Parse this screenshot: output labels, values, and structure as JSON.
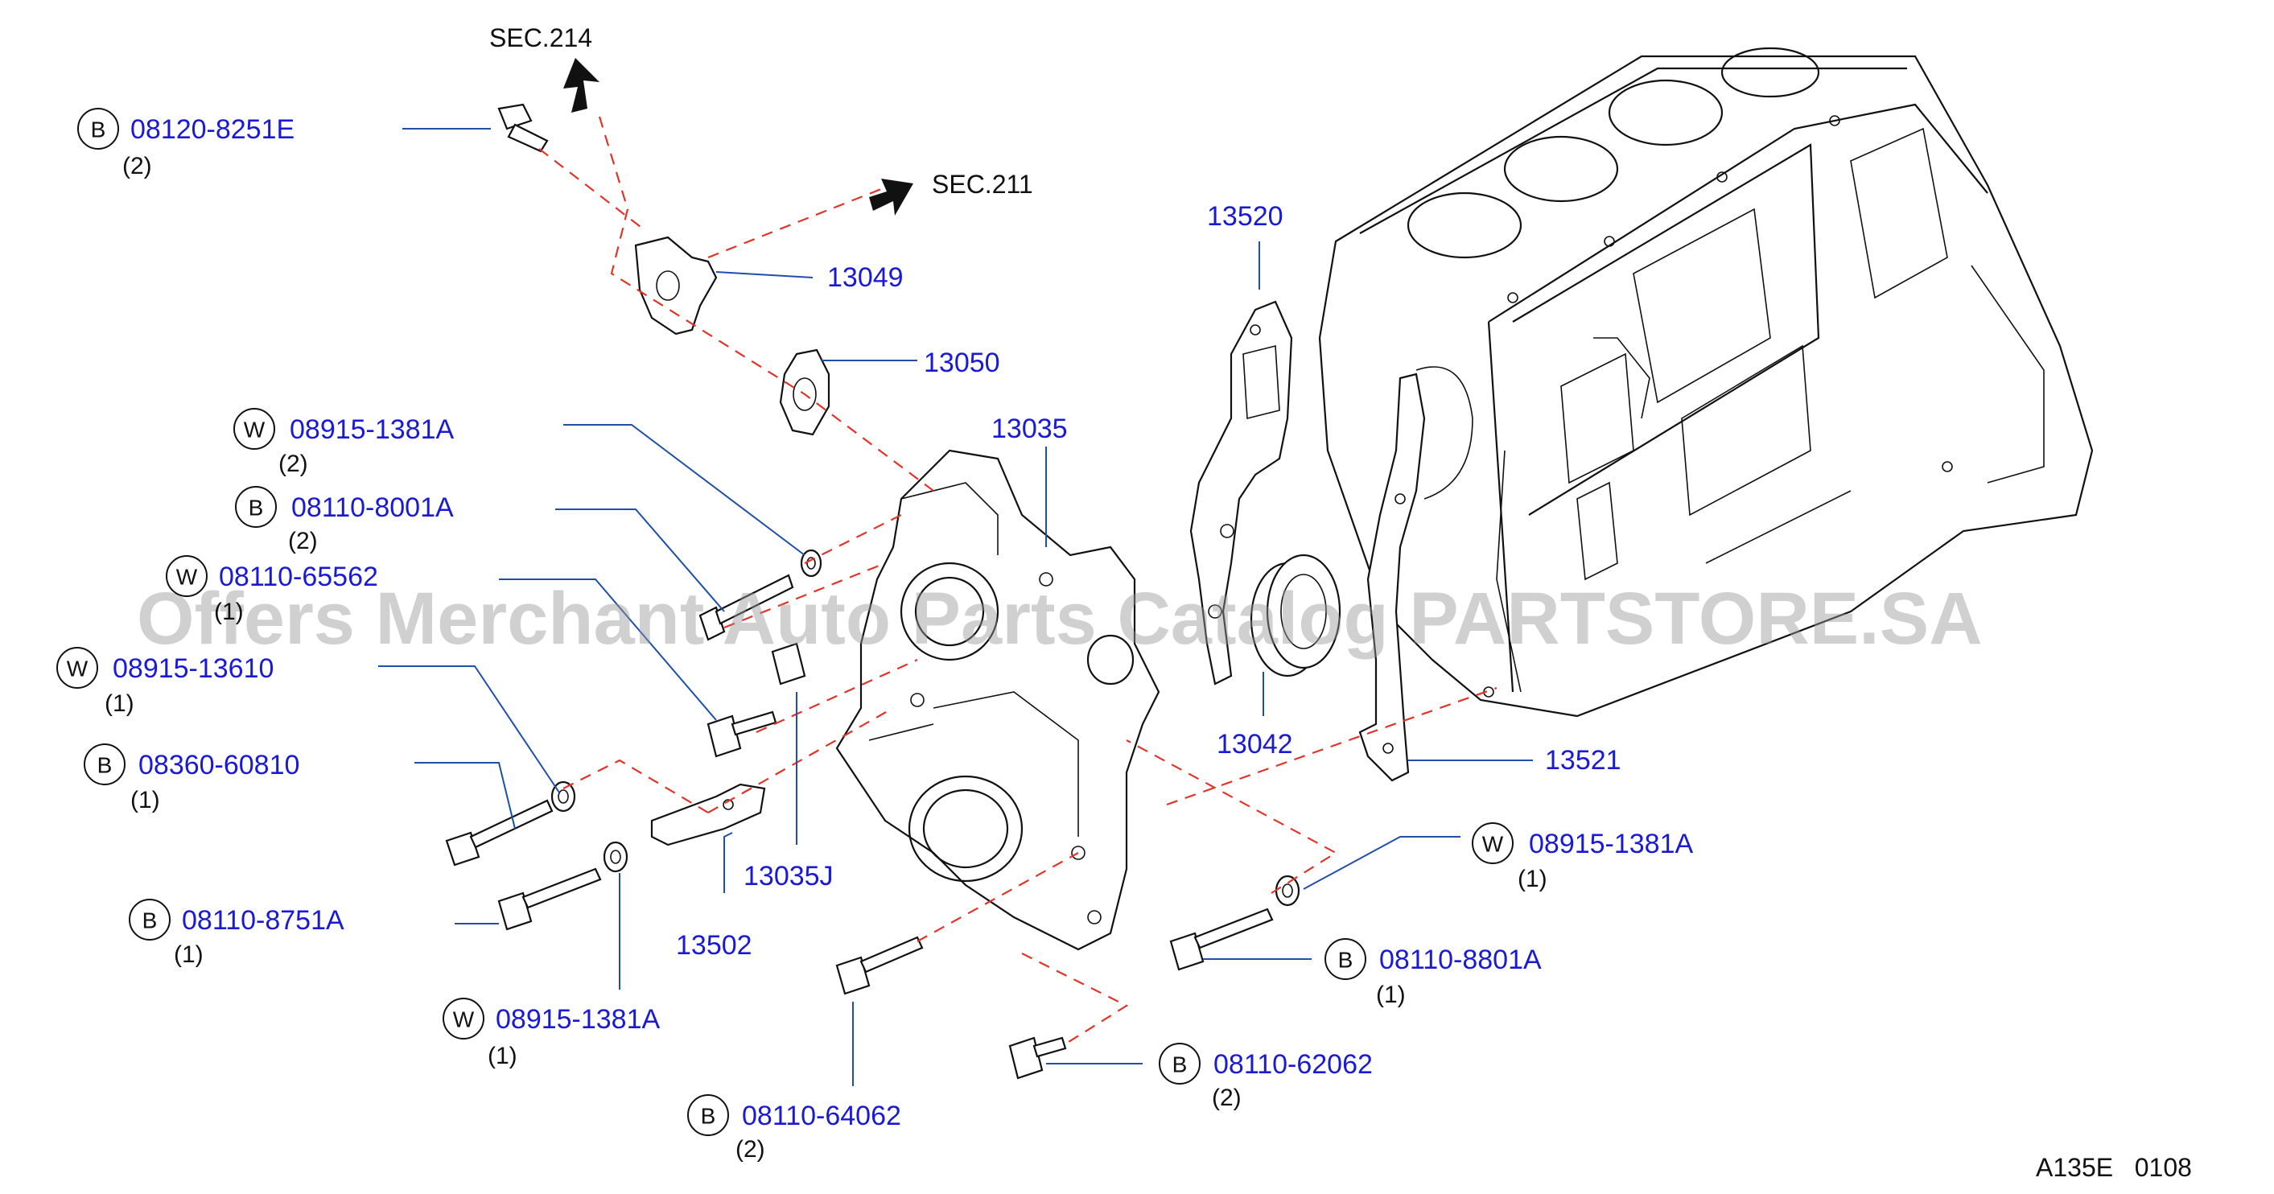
{
  "sections": {
    "sec214": "SEC.214",
    "sec211": "SEC.211"
  },
  "parts": {
    "p13049": "13049",
    "p13050": "13050",
    "p13035": "13035",
    "p13520": "13520",
    "p13042": "13042",
    "p13521": "13521",
    "p13035J": "13035J",
    "p13502": "13502"
  },
  "fasteners": [
    {
      "type": "B",
      "code": "08120-8251E",
      "qty": "(2)"
    },
    {
      "type": "W",
      "code": "08915-1381A",
      "qty": "(2)"
    },
    {
      "type": "B",
      "code": "08110-8001A",
      "qty": "(2)"
    },
    {
      "type": "W",
      "code": "08110-65562",
      "qty": "(1)"
    },
    {
      "type": "W",
      "code": "08915-13610",
      "qty": "(1)"
    },
    {
      "type": "B",
      "code": "08360-60810",
      "qty": "(1)"
    },
    {
      "type": "B",
      "code": "08110-8751A",
      "qty": "(1)"
    },
    {
      "type": "W",
      "code": "08915-1381A",
      "qty": "(1)"
    },
    {
      "type": "B",
      "code": "08110-64062",
      "qty": "(2)"
    },
    {
      "type": "W",
      "code": "08915-1381A",
      "qty": "(1)"
    },
    {
      "type": "B",
      "code": "08110-8801A",
      "qty": "(1)"
    },
    {
      "type": "B",
      "code": "08110-62062",
      "qty": "(2)"
    }
  ],
  "footer_ref": "A135E   0108",
  "watermark": "Offers Merchant Auto Parts Catalog PARTSTORE.SA",
  "colors": {
    "part_number": "#1a1ad6",
    "leader": "#1f4fa8",
    "dashed": "#e0352b"
  }
}
